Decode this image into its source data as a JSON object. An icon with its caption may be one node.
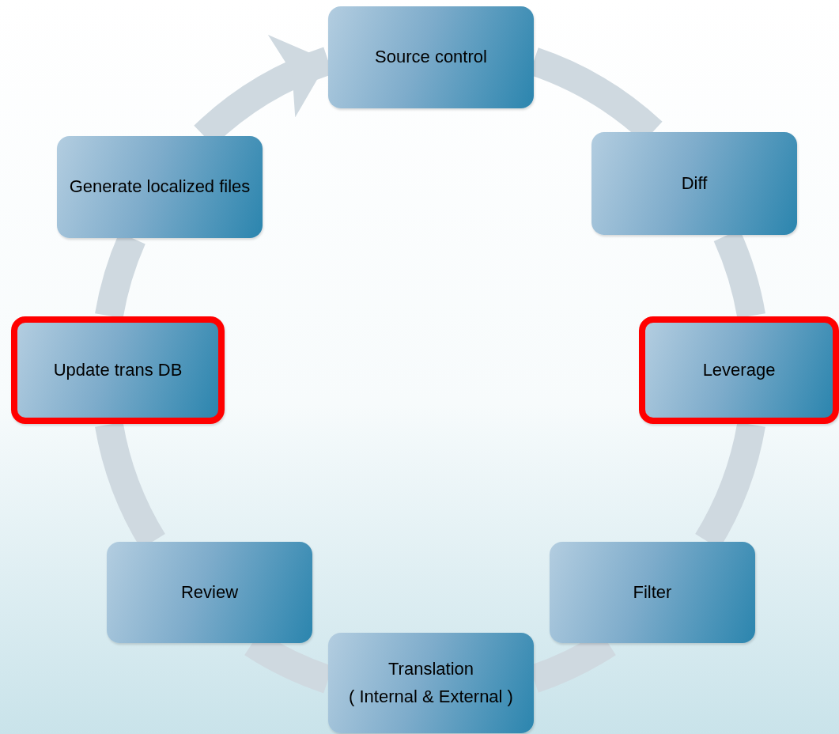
{
  "diagram": {
    "nodes": [
      {
        "text": [
          "Source control"
        ]
      },
      {
        "text": [
          "Diff"
        ]
      },
      {
        "text": [
          "Leverage"
        ]
      },
      {
        "text": [
          "Filter"
        ]
      },
      {
        "text": [
          "Translation",
          "( Internal & External )"
        ]
      },
      {
        "text": [
          "Review"
        ]
      },
      {
        "text": [
          "Update trans DB"
        ]
      },
      {
        "text": [
          "Generate localized files"
        ]
      }
    ],
    "edges": [
      {
        "from": 0,
        "to": 1,
        "arrow": "none"
      },
      {
        "from": 1,
        "to": 2,
        "arrow": "none"
      },
      {
        "from": 2,
        "to": 3,
        "arrow": "none"
      },
      {
        "from": 3,
        "to": 4,
        "arrow": "none"
      },
      {
        "from": 4,
        "to": 5,
        "arrow": "none"
      },
      {
        "from": 5,
        "to": 6,
        "arrow": "none"
      },
      {
        "from": 6,
        "to": 7,
        "arrow": "none"
      },
      {
        "from": 7,
        "to": 0,
        "arrow": "to"
      }
    ]
  }
}
